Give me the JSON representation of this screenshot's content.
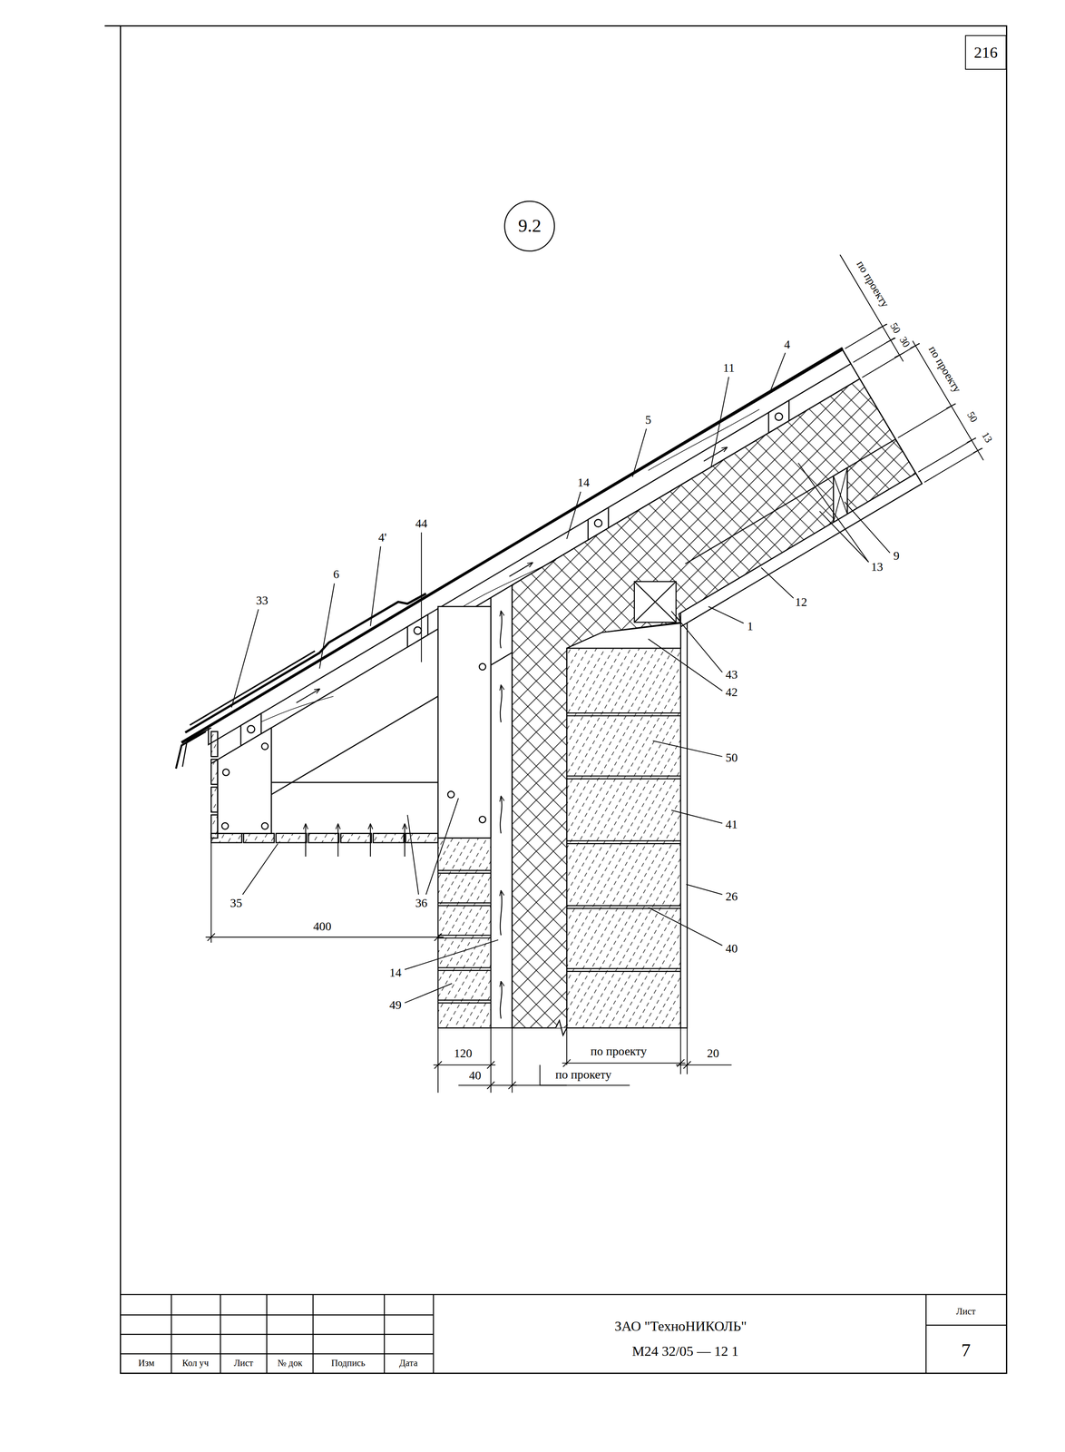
{
  "diagram": {
    "nodes": [
      {
        "text": [
          "216"
        ]
      },
      {
        "text": [
          "9.2"
        ]
      }
    ],
    "labels": [
      "4",
      "11",
      "5",
      "14",
      "44",
      "4'",
      "6",
      "33",
      "по проекту",
      "50",
      "30",
      "по проекту",
      "50",
      "13",
      "9",
      "13",
      "12",
      "1",
      "43",
      "42",
      "50",
      "41",
      "26",
      "40",
      "35",
      "36",
      "400",
      "14",
      "49",
      "120",
      "по проекту",
      "20",
      "40",
      "по прокету",
      "Изм",
      "Кол уч",
      "Лист",
      "№ док",
      "Подпись",
      "Дата",
      "ЗАО \"ТехноНИКОЛЬ\"",
      "М24 32/05 — 12 1",
      "Лист",
      "7"
    ]
  }
}
